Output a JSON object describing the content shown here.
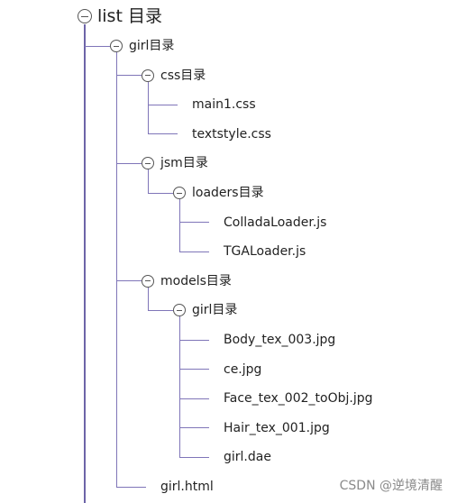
{
  "tree": {
    "label": "list 目录",
    "children": [
      {
        "label": "girl目录",
        "children": [
          {
            "label": "css目录",
            "children": [
              {
                "label": "main1.css"
              },
              {
                "label": "textstyle.css"
              }
            ]
          },
          {
            "label": "jsm目录",
            "children": [
              {
                "label": "loaders目录",
                "children": [
                  {
                    "label": "ColladaLoader.js"
                  },
                  {
                    "label": "TGALoader.js"
                  }
                ]
              }
            ]
          },
          {
            "label": "models目录",
            "children": [
              {
                "label": "girl目录",
                "children": [
                  {
                    "label": "Body_tex_003.jpg"
                  },
                  {
                    "label": "ce.jpg"
                  },
                  {
                    "label": "Face_tex_002_toObj.jpg"
                  },
                  {
                    "label": "Hair_tex_001.jpg"
                  },
                  {
                    "label": "girl.dae"
                  }
                ]
              }
            ]
          },
          {
            "label": "girl.html"
          }
        ]
      }
    ]
  },
  "watermark": "CSDN @逆境清醒",
  "colors": {
    "line": "#7f75b8",
    "trunk": "#6d64a8",
    "toggle_border": "#555555",
    "text": "#222222"
  }
}
